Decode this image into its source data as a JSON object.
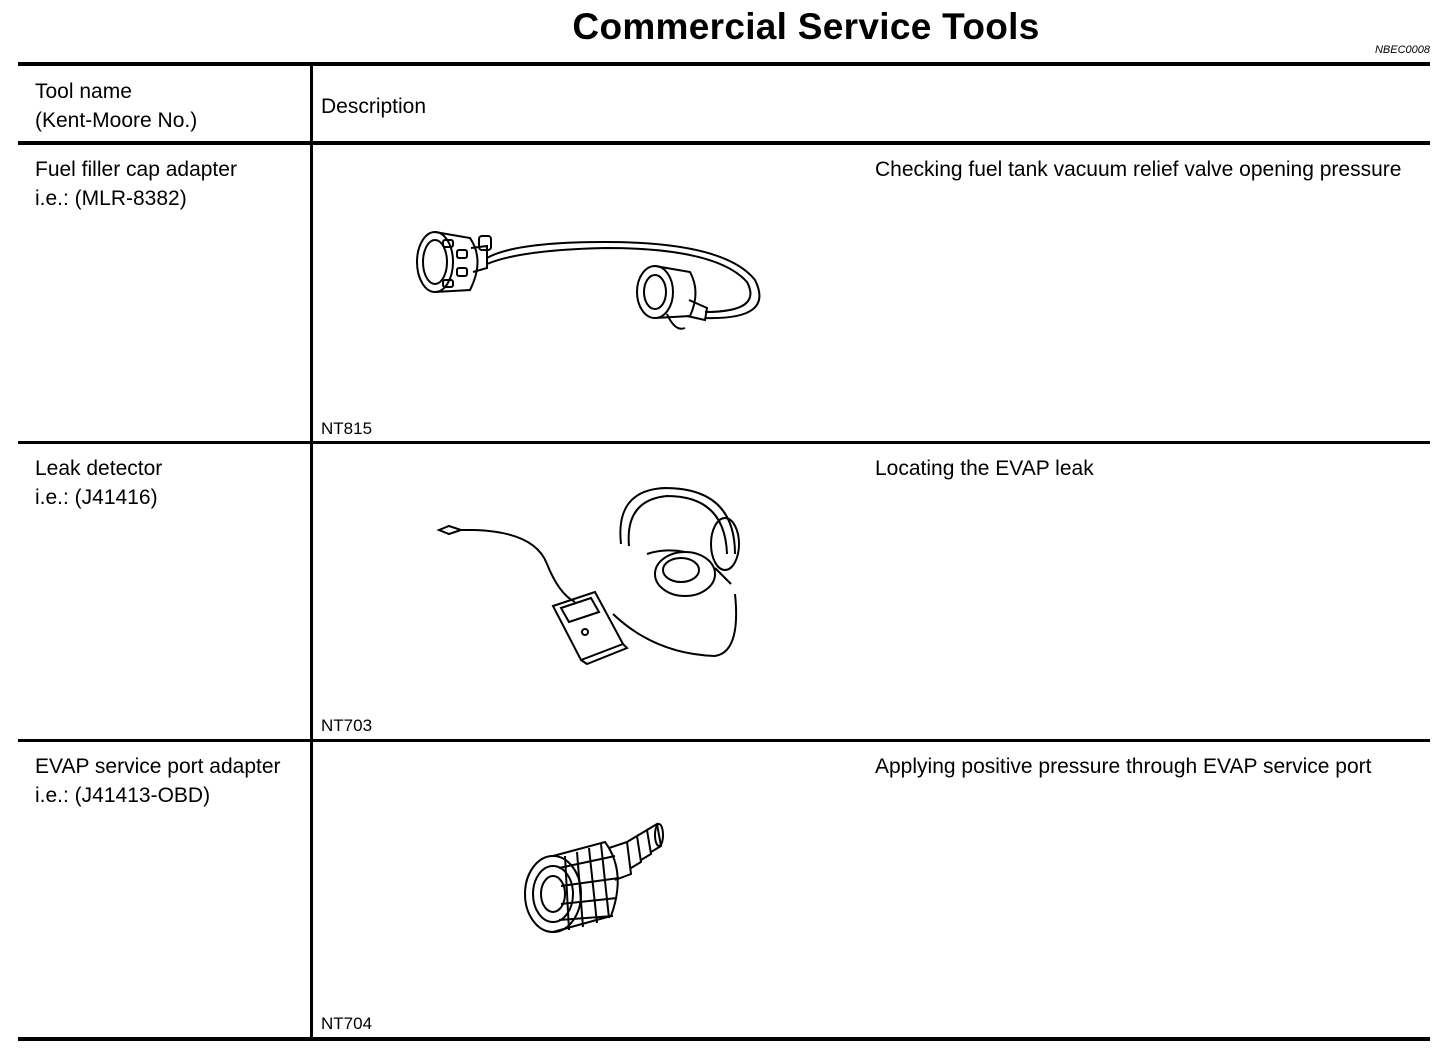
{
  "page": {
    "title": "Commercial Service Tools",
    "ref_code": "NBEC0008"
  },
  "table": {
    "headers": {
      "tool_name_line1": "Tool name",
      "tool_name_line2": "(Kent-Moore No.)",
      "description": "Description"
    },
    "rows": [
      {
        "tool_name": "Fuel filler cap adapter",
        "tool_number": "i.e.: (MLR-8382)",
        "figure_code": "NT815",
        "illustration": "fuel-filler-cap-adapter-illustration",
        "description": "Checking fuel tank vacuum relief valve opening pressure"
      },
      {
        "tool_name": "Leak detector",
        "tool_number": "i.e.: (J41416)",
        "figure_code": "NT703",
        "illustration": "leak-detector-illustration",
        "description": "Locating the EVAP leak"
      },
      {
        "tool_name": "EVAP service port adapter",
        "tool_number": "i.e.: (J41413-OBD)",
        "figure_code": "NT704",
        "illustration": "evap-service-port-adapter-illustration",
        "description": "Applying positive pressure through EVAP service port"
      }
    ]
  }
}
